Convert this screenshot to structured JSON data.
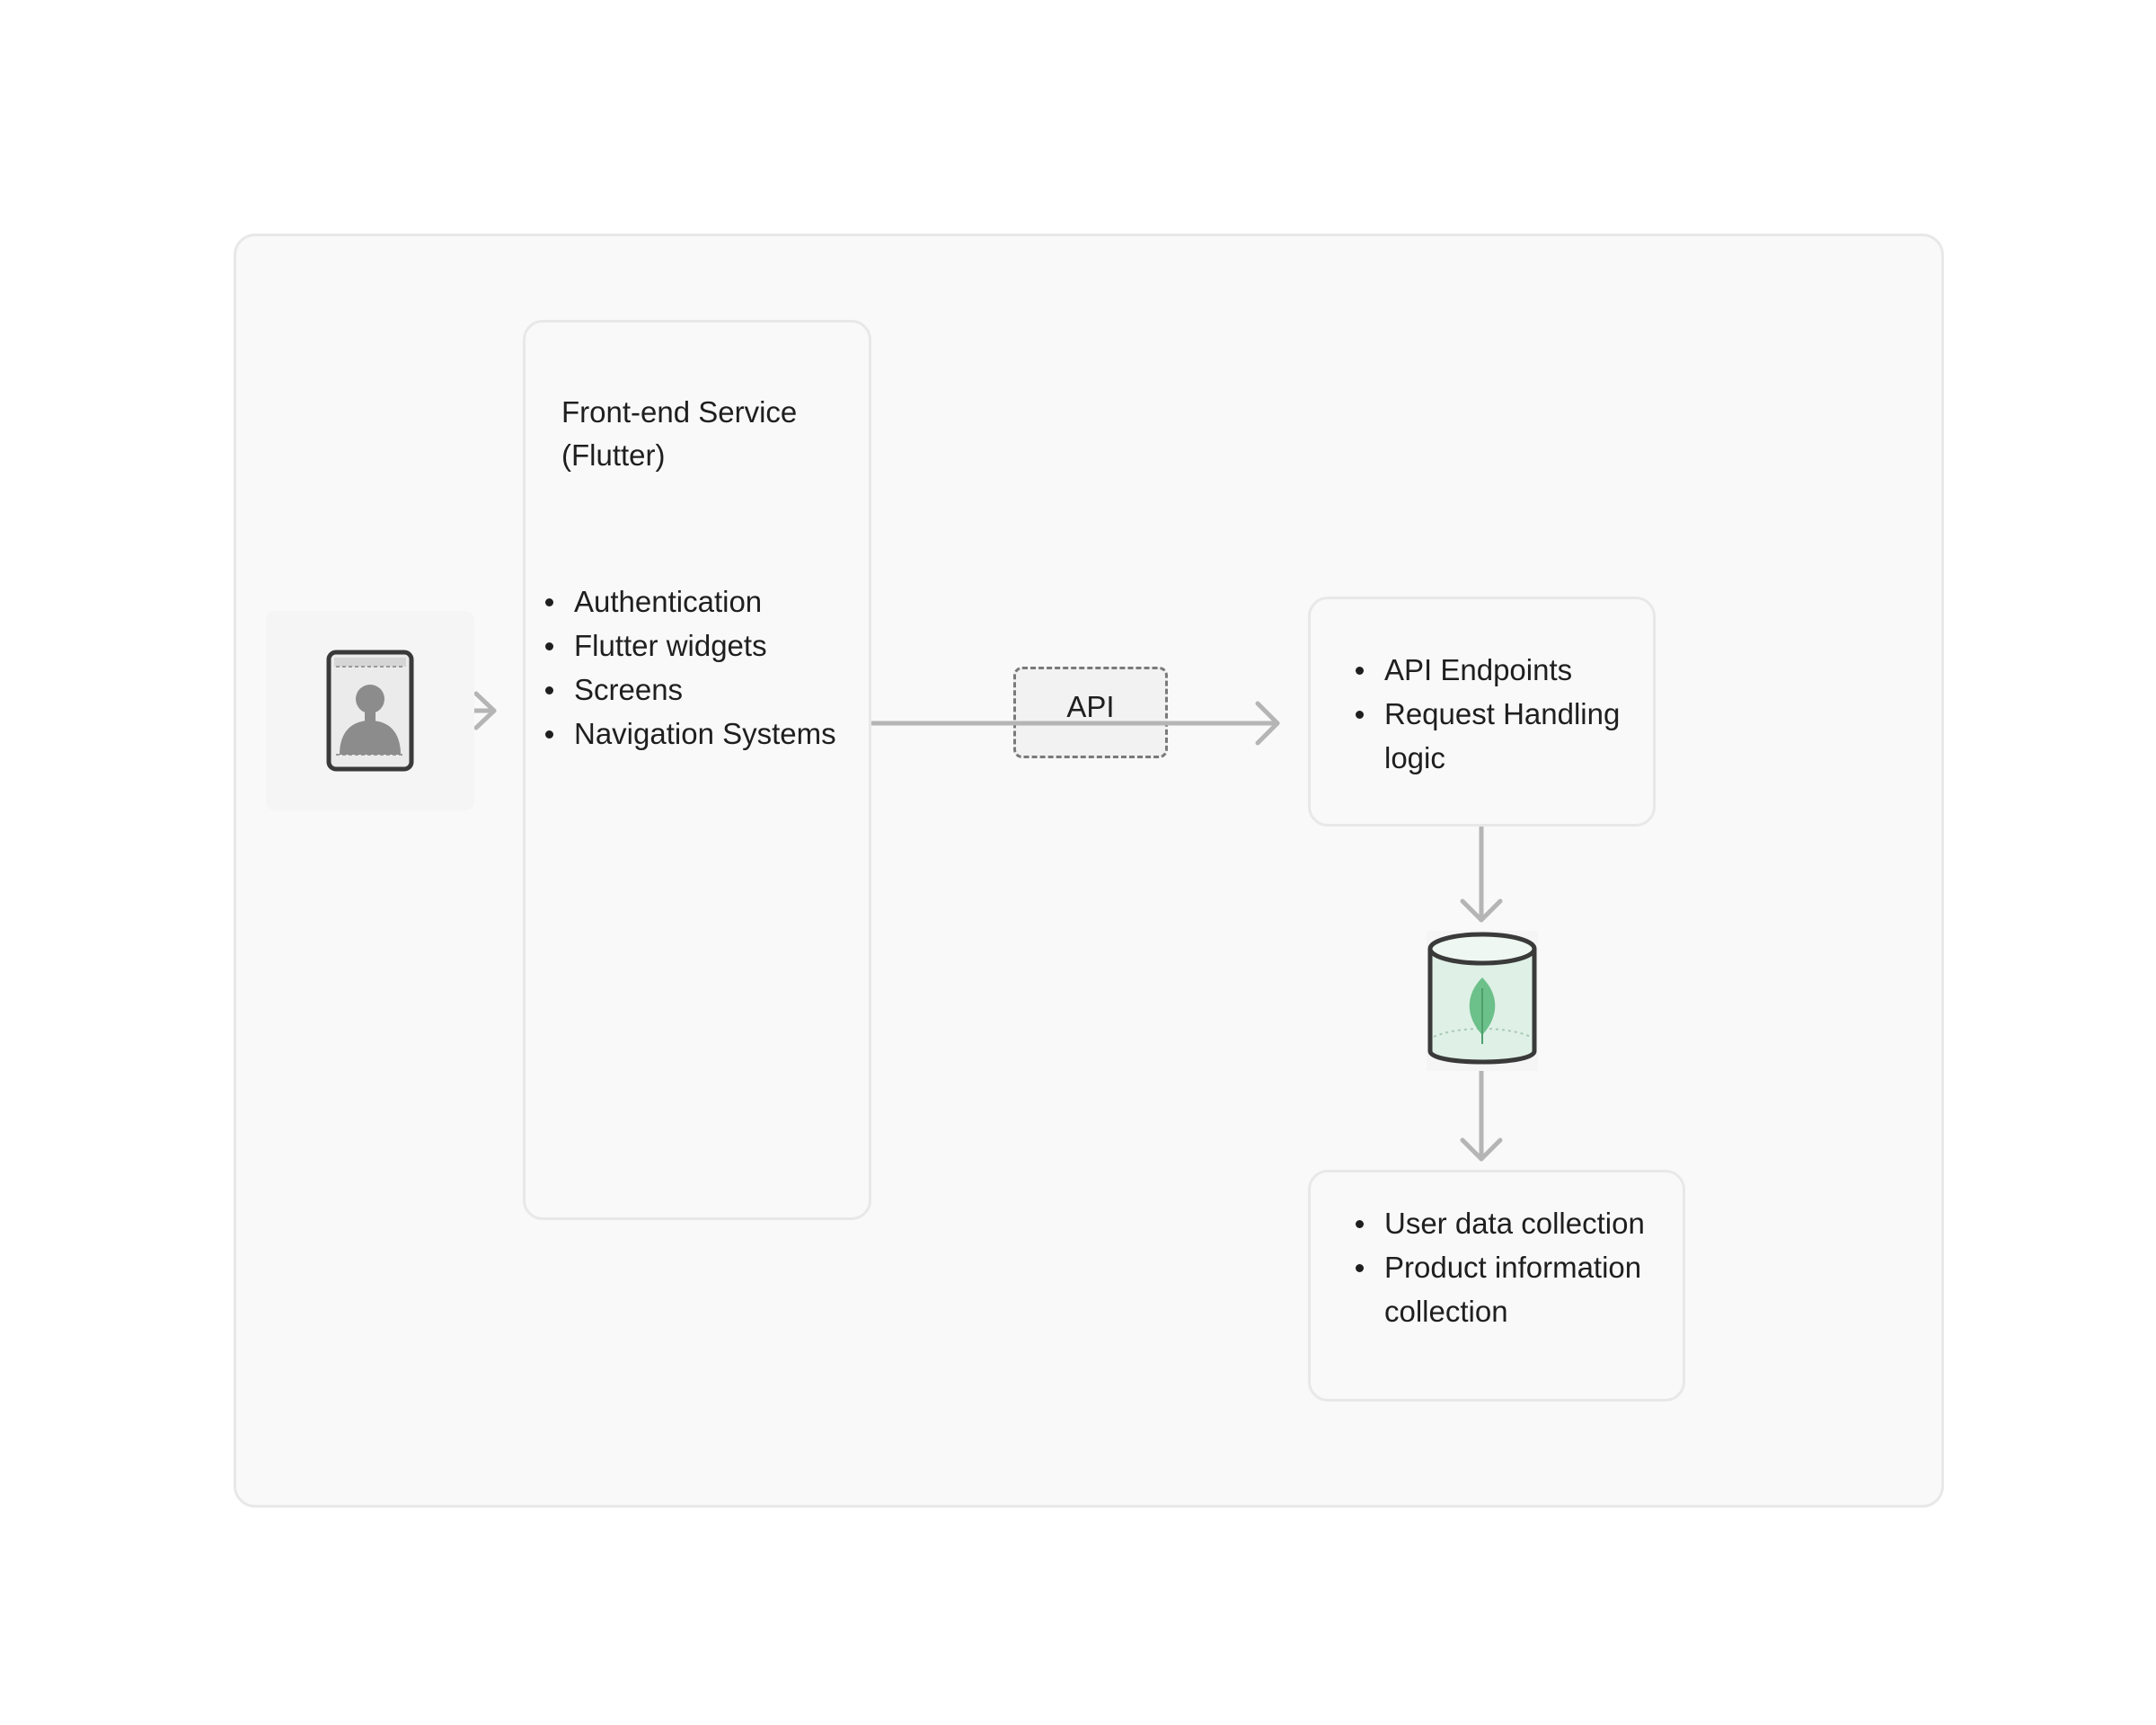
{
  "diagram": {
    "frontend": {
      "title": "Front-end Service\n(Flutter)",
      "items": [
        "Authentication",
        "Flutter widgets",
        "Screens",
        "Navigation Systems"
      ]
    },
    "api_label": "API",
    "backend": {
      "items": [
        "API Endpoints",
        "Request Handling logic"
      ]
    },
    "database": {
      "items": [
        "User data collection",
        "Product information collection"
      ]
    },
    "icons": {
      "client": "mobile-user-icon",
      "database": "mongodb-database-icon"
    },
    "colors": {
      "frame_border": "#e8e8e8",
      "connector": "#b5b5b5",
      "leaf_green": "#6cc08a",
      "db_fill": "#dff0e6"
    }
  }
}
